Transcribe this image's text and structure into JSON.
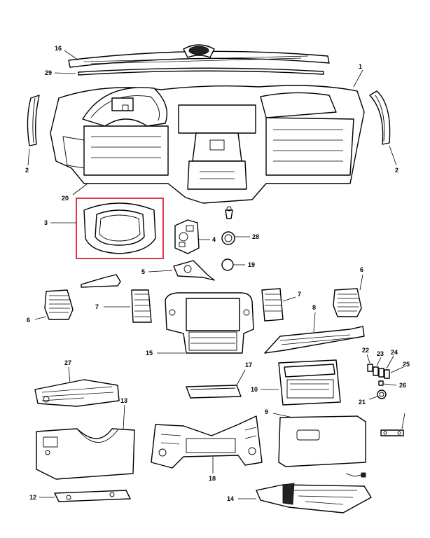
{
  "diagram": {
    "highlight_color": "#d9232d",
    "callouts": {
      "c1": "1",
      "c2a": "2",
      "c2b": "2",
      "c3": "3",
      "c4": "4",
      "c5": "5",
      "c6a": "6",
      "c6b": "6",
      "c7a": "7",
      "c7b": "7",
      "c8": "8",
      "c9": "9",
      "c10": "10",
      "c12": "12",
      "c13": "13",
      "c14": "14",
      "c15": "15",
      "c16": "16",
      "c17": "17",
      "c18": "18",
      "c19": "19",
      "c20": "20",
      "c21": "21",
      "c22": "22",
      "c23": "23",
      "c24": "24",
      "c25": "25",
      "c26": "26",
      "c27": "27",
      "c28": "28",
      "c29": "29"
    }
  }
}
